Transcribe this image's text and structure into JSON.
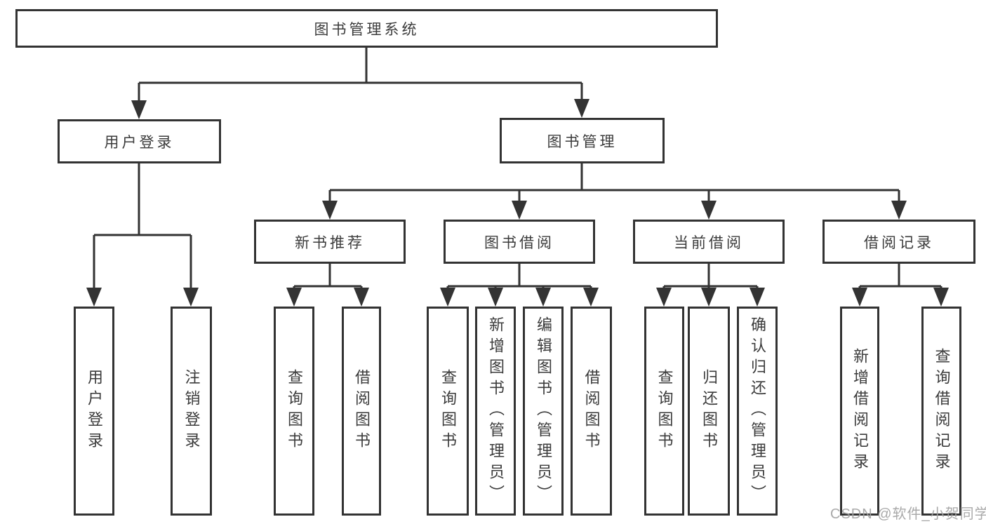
{
  "diagram": {
    "title_node": {
      "label": "图书管理系统"
    },
    "level2": [
      {
        "label": "用户登录"
      },
      {
        "label": "图书管理"
      }
    ],
    "level3": [
      {
        "label": "新书推荐"
      },
      {
        "label": "图书借阅"
      },
      {
        "label": "当前借阅"
      },
      {
        "label": "借阅记录"
      }
    ],
    "leaves": [
      {
        "label": "用户登录"
      },
      {
        "label": "注销登录"
      },
      {
        "label": "查询图书"
      },
      {
        "label": "借阅图书"
      },
      {
        "label": "查询图书"
      },
      {
        "label": "新增图书（管理员）"
      },
      {
        "label": "编辑图书（管理员）"
      },
      {
        "label": "借阅图书"
      },
      {
        "label": "查询图书"
      },
      {
        "label": "归还图书"
      },
      {
        "label": "确认归还（管理员）"
      },
      {
        "label": "新增借阅记录"
      },
      {
        "label": "查询借阅记录"
      }
    ],
    "watermark": "CSDN @软件_小贺同学",
    "colors": {
      "line": "#333333",
      "text": "#3b3b3b",
      "background": "#ffffff",
      "watermark": "#a2a2a2"
    }
  }
}
